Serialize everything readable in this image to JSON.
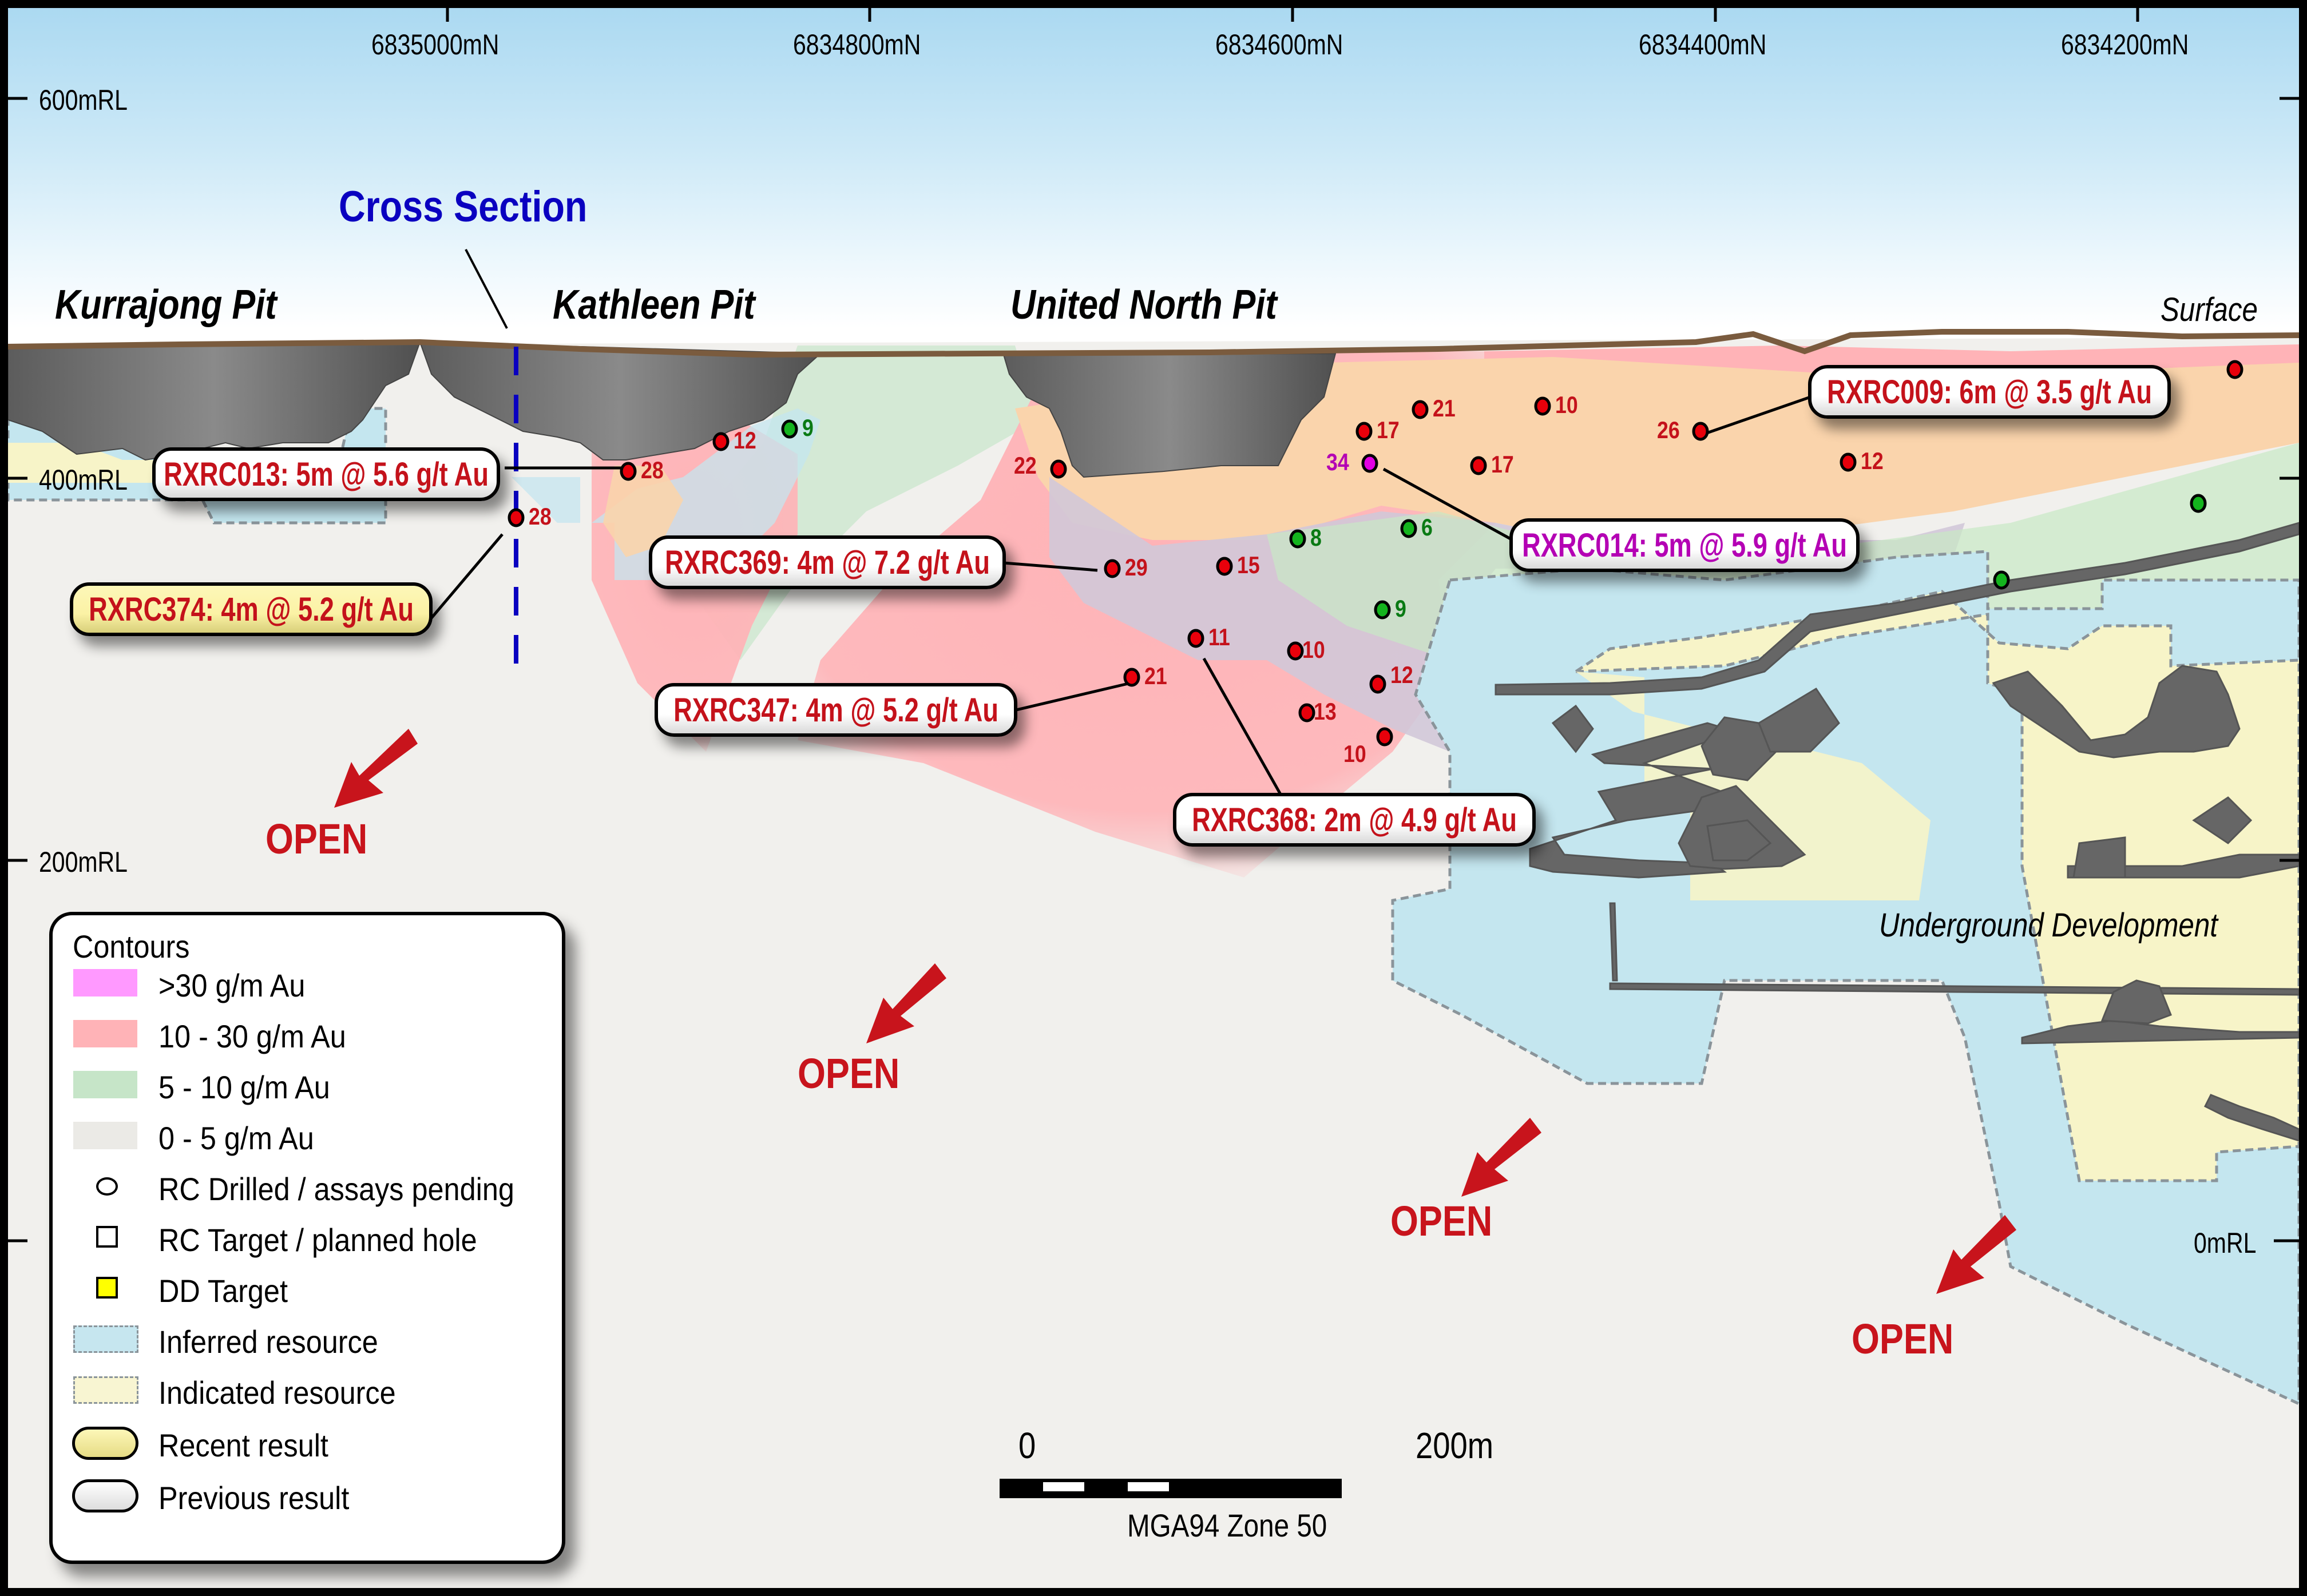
{
  "title": "Long Section – Kurrajong / Kathleen / United North",
  "axes": {
    "northing_ticks": [
      "6835000mN",
      "6834800mN",
      "6834600mN",
      "6834400mN",
      "6834200mN"
    ],
    "rl_ticks": [
      "600mRL",
      "400mRL",
      "200mRL",
      "0mRL"
    ]
  },
  "labels": {
    "cross_section": "Cross Section",
    "pits": [
      "Kurrajong Pit",
      "Kathleen Pit",
      "United North Pit"
    ],
    "surface": "Surface",
    "underground": "Underground Development",
    "open": "OPEN"
  },
  "callouts": [
    {
      "id": "RXRC013",
      "text": "RXRC013: 5m @ 5.6 g/t Au",
      "type": "previous",
      "color": "#c4121b"
    },
    {
      "id": "RXRC374",
      "text": "RXRC374: 4m @ 5.2 g/t Au",
      "type": "recent",
      "color": "#c4121b"
    },
    {
      "id": "RXRC369",
      "text": "RXRC369: 4m @ 7.2 g/t Au",
      "type": "previous",
      "color": "#c4121b"
    },
    {
      "id": "RXRC347",
      "text": "RXRC347: 4m @ 5.2 g/t Au",
      "type": "previous",
      "color": "#c4121b"
    },
    {
      "id": "RXRC368",
      "text": "RXRC368: 2m @ 4.9 g/t Au",
      "type": "previous",
      "color": "#c4121b"
    },
    {
      "id": "RXRC014",
      "text": "RXRC014: 5m @ 5.9 g/t Au",
      "type": "previous",
      "color": "#b400b4"
    },
    {
      "id": "RXRC009",
      "text": "RXRC009: 6m @ 3.5 g/t Au",
      "type": "previous",
      "color": "#c4121b"
    }
  ],
  "drill_holes": [
    {
      "value": "28",
      "class": "10-30"
    },
    {
      "value": "28",
      "class": "10-30"
    },
    {
      "value": "12",
      "class": "10-30"
    },
    {
      "value": "9",
      "class": "5-10"
    },
    {
      "value": "22",
      "class": "10-30"
    },
    {
      "value": "29",
      "class": "10-30"
    },
    {
      "value": "15",
      "class": "10-30"
    },
    {
      "value": "11",
      "class": "10-30"
    },
    {
      "value": "21",
      "class": "10-30"
    },
    {
      "value": "10",
      "class": "10-30"
    },
    {
      "value": "13",
      "class": "10-30"
    },
    {
      "value": "12",
      "class": "10-30"
    },
    {
      "value": "10",
      "class": "10-30"
    },
    {
      "value": "17",
      "class": "10-30"
    },
    {
      "value": "21",
      "class": "10-30"
    },
    {
      "value": "34",
      "class": ">30"
    },
    {
      "value": "17",
      "class": "10-30"
    },
    {
      "value": "10",
      "class": "10-30"
    },
    {
      "value": "26",
      "class": "10-30"
    },
    {
      "value": "12",
      "class": "10-30"
    },
    {
      "value": "8",
      "class": "5-10"
    },
    {
      "value": "6",
      "class": "5-10"
    },
    {
      "value": "9",
      "class": "5-10"
    },
    {
      "value": "",
      "class": "10-30"
    },
    {
      "value": "",
      "class": "5-10"
    },
    {
      "value": "",
      "class": "5-10"
    }
  ],
  "legend": {
    "title": "Contours",
    "items": [
      {
        "label": ">30 g/m Au",
        "swatch": "fill",
        "color": "#ff99ff"
      },
      {
        "label": "10 - 30 g/m Au",
        "swatch": "fill",
        "color": "#ffb3b7"
      },
      {
        "label": "5 - 10 g/m Au",
        "swatch": "fill",
        "color": "#c6e5c8"
      },
      {
        "label": "0 - 5 g/m Au",
        "swatch": "fill",
        "color": "#ebeae6"
      },
      {
        "label": "RC Drilled / assays pending",
        "swatch": "circle",
        "color": "#ffffff"
      },
      {
        "label": "RC Target / planned hole",
        "swatch": "square",
        "color": "#ffffff"
      },
      {
        "label": "DD Target",
        "swatch": "square",
        "color": "#ffff00"
      },
      {
        "label": "Inferred resource",
        "swatch": "dashed",
        "color": "#c6e6ef"
      },
      {
        "label": "Indicated resource",
        "swatch": "dashed",
        "color": "#f8f5d2"
      },
      {
        "label": "Recent result",
        "swatch": "pill",
        "color": "#fbf2a5"
      },
      {
        "label": "Previous result",
        "swatch": "pill",
        "color": "#ffffff"
      }
    ]
  },
  "scale_bar": {
    "start": "0",
    "end": "200m",
    "projection": "MGA94 Zone 50"
  },
  "colors": {
    "hole_red": "#e8000b",
    "hole_green": "#14b41e",
    "hole_magenta": "#e400e4",
    "label_red": "#c4121b",
    "label_green": "#0a7a14",
    "label_magenta": "#b400b4",
    "cross_section": "#0a00c0",
    "surface_line": "#7a5b3e",
    "open_arrow": "#c8141c"
  }
}
